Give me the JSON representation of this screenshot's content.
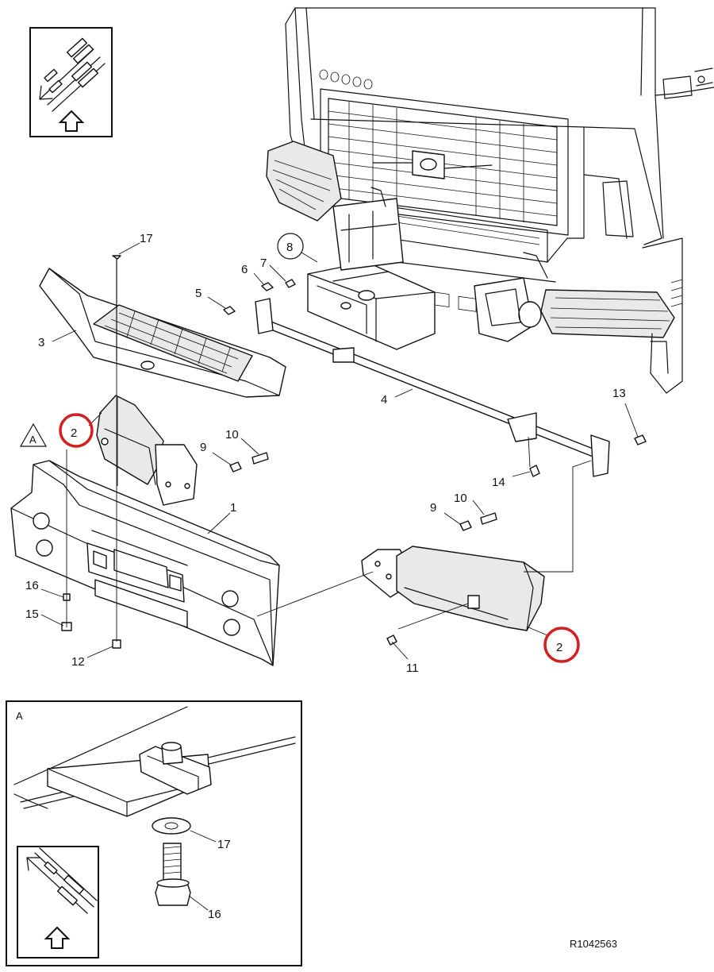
{
  "reference_code": "R1042563",
  "detail_view": {
    "label": "A"
  },
  "callouts": [
    {
      "id": "c1",
      "text": "1"
    },
    {
      "id": "c2a",
      "text": "2",
      "highlighted": true
    },
    {
      "id": "c2b",
      "text": "2",
      "highlighted": true
    },
    {
      "id": "c3",
      "text": "3"
    },
    {
      "id": "c4",
      "text": "4"
    },
    {
      "id": "c5",
      "text": "5"
    },
    {
      "id": "c6",
      "text": "6"
    },
    {
      "id": "c7",
      "text": "7"
    },
    {
      "id": "c8",
      "text": "8",
      "circled": true
    },
    {
      "id": "c9a",
      "text": "9"
    },
    {
      "id": "c9b",
      "text": "9"
    },
    {
      "id": "c10a",
      "text": "10"
    },
    {
      "id": "c10b",
      "text": "10"
    },
    {
      "id": "c11",
      "text": "11"
    },
    {
      "id": "c12",
      "text": "12"
    },
    {
      "id": "c13",
      "text": "13"
    },
    {
      "id": "c14",
      "text": "14"
    },
    {
      "id": "c15",
      "text": "15"
    },
    {
      "id": "c16a",
      "text": "16"
    },
    {
      "id": "c16b",
      "text": "16"
    },
    {
      "id": "c17a",
      "text": "17"
    },
    {
      "id": "c17b",
      "text": "17"
    },
    {
      "id": "cA",
      "text": "A",
      "triangle": true
    }
  ],
  "highlight_color": "#d42020",
  "icons": [
    "orientation-arrow-icon",
    "up-arrow-icon"
  ]
}
